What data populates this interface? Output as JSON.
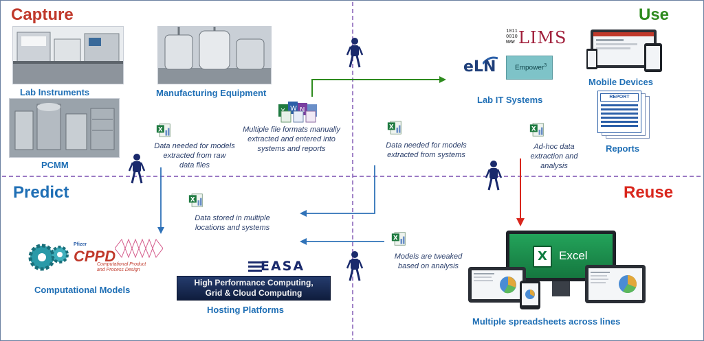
{
  "quadrants": {
    "capture": "Capture",
    "use": "Use",
    "predict": "Predict",
    "reuse": "Reuse"
  },
  "labels": {
    "lab_instruments": "Lab Instruments",
    "manufacturing_equipment": "Manufacturing Equipment",
    "pcmm": "PCMM",
    "lab_it_systems": "Lab IT Systems",
    "mobile_devices": "Mobile Devices",
    "reports": "Reports",
    "computational_models": "Computational Models",
    "hosting_platforms": "Hosting Platforms",
    "multiple_spreadsheets": "Multiple spreadsheets across lines"
  },
  "notes": {
    "multiple_formats": [
      "Multiple file formats manually",
      "extracted and entered into",
      "systems and reports"
    ],
    "data_raw_files": [
      "Data needed for models",
      "extracted from raw",
      "data files"
    ],
    "data_systems": [
      "Data needed for models",
      "extracted from systems"
    ],
    "adhoc": [
      "Ad-hoc data",
      "extraction and",
      "analysis"
    ],
    "data_stored": [
      "Data stored in multiple",
      "locations and systems"
    ],
    "models_tweaked": [
      "Models are tweaked",
      "based on analysis"
    ]
  },
  "logos": {
    "eln": "eLN",
    "lims": "LIMS",
    "lims_bits": [
      "1011",
      "0010",
      "WWW"
    ],
    "empower": "Empower",
    "empower_sup": "3",
    "report": "REPORT",
    "excel": "Excel",
    "excel_x": "X",
    "pfizer": "Pfizer",
    "cppd": "CPPD",
    "cppd_sub": [
      "Computational Product",
      "and Process Design"
    ],
    "easa": "EASA",
    "hpc": [
      "High Performance Computing,",
      "Grid & Cloud Computing"
    ]
  },
  "colors": {
    "capture": "#c0392b",
    "use": "#2e8b1e",
    "predict": "#1f6fb5",
    "reuse": "#d9261c",
    "label": "#1f6fb5",
    "note": "#2b3f6b",
    "divider": "#7a4fb0",
    "arrow_green": "#2e8b1e",
    "arrow_blue": "#2f72b8",
    "arrow_red": "#d9261c",
    "person": "#1a2a6c",
    "excel": "#1e7a40"
  }
}
